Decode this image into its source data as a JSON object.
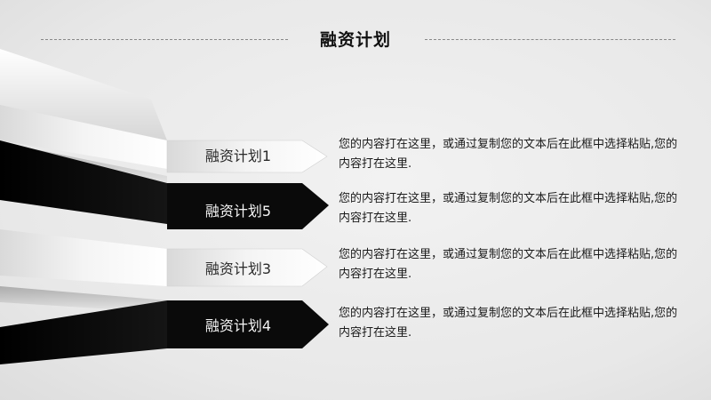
{
  "title": "融资计划",
  "items": [
    {
      "label": "融资计划1",
      "text": "您的内容打在这里，或通过复制您的文本后在此框中选择粘贴,您的内容打在这里."
    },
    {
      "label": "融资计划5",
      "text": "您的内容打在这里，或通过复制您的文本后在此框中选择粘贴,您的内容打在这里."
    },
    {
      "label": "融资计划3",
      "text": "您的内容打在这里，或通过复制您的文本后在此框中选择粘贴,您的内容打在这里."
    },
    {
      "label": "融资计划4",
      "text": "您的内容打在这里，或通过复制您的文本后在此框中选择粘贴,您的内容打在这里."
    }
  ],
  "colors": {
    "light_ribbon": "#fafafa",
    "dark_ribbon": "#0a0a0a",
    "text": "#1a1a1a"
  }
}
